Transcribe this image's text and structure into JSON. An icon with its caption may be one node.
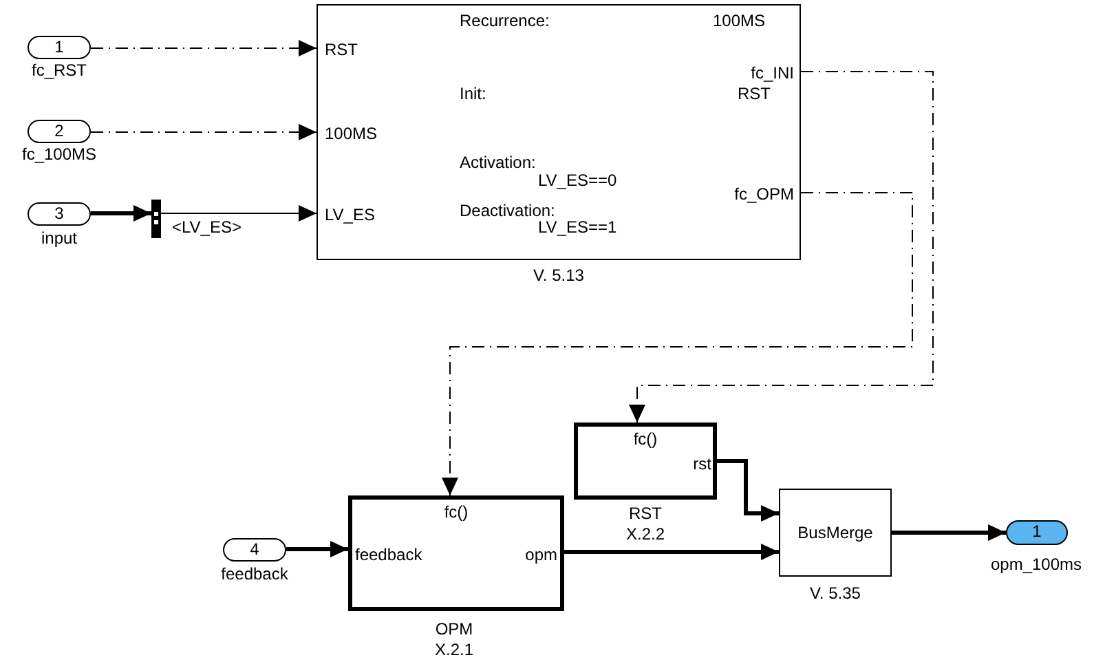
{
  "diagram": {
    "nodes": [
      {
        "text": [
          "1"
        ],
        "beside": [
          "fc_RST"
        ]
      },
      {
        "text": [
          "2"
        ],
        "beside": [
          "fc_100MS"
        ]
      },
      {
        "text": [
          "3"
        ],
        "beside": [
          "input"
        ]
      },
      {
        "text": [],
        "shape": "bar"
      },
      {
        "text": [
          "RST",
          "100MS",
          "LV_ES",
          "Recurrence:",
          "100MS",
          "Init:",
          "RST",
          "Activation:",
          "LV_ES==0",
          "Deactivation:",
          "LV_ES==1",
          "fc_INI",
          "fc_OPM"
        ],
        "beside": [
          "V. 5.13"
        ]
      },
      {
        "text": [
          "fc()",
          "rst"
        ],
        "beside": [
          "RST",
          "X.2.2"
        ]
      },
      {
        "text": [
          "4"
        ],
        "beside": [
          "feedback"
        ]
      },
      {
        "text": [
          "fc()",
          "feedback",
          "opm"
        ],
        "beside": [
          "OPM",
          "X.2.1"
        ]
      },
      {
        "text": [
          "BusMerge"
        ],
        "beside": [
          "V. 5.35"
        ]
      },
      {
        "text": [
          "1"
        ],
        "beside": [
          "opm_100ms"
        ]
      }
    ],
    "edges": [
      {
        "from": 0,
        "to": 4,
        "arrow": "to",
        "style": "dashed"
      },
      {
        "from": 1,
        "to": 4,
        "arrow": "to",
        "style": "dashed"
      },
      {
        "from": 2,
        "to": 3,
        "arrow": "to",
        "style": "thick"
      },
      {
        "from": 3,
        "to": 4,
        "arrow": "to",
        "label": "<LV_ES>"
      },
      {
        "from": 4,
        "to": 5,
        "arrow": "to",
        "style": "dashed"
      },
      {
        "from": 4,
        "to": 7,
        "arrow": "to",
        "style": "dashed"
      },
      {
        "from": 6,
        "to": 7,
        "arrow": "to",
        "style": "thick"
      },
      {
        "from": 5,
        "to": 8,
        "arrow": "to",
        "style": "thick"
      },
      {
        "from": 7,
        "to": 8,
        "arrow": "to",
        "style": "thick"
      },
      {
        "from": 8,
        "to": 9,
        "arrow": "to",
        "style": "thick"
      }
    ]
  }
}
